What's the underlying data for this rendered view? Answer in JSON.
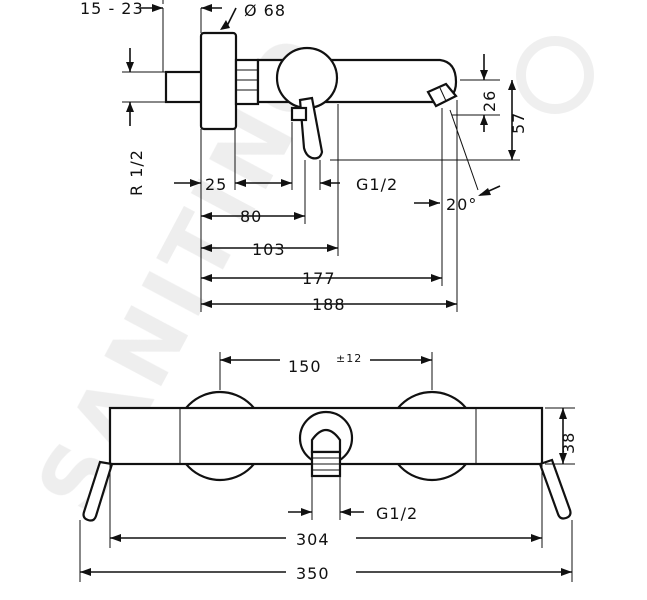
{
  "watermark": {
    "text": "SANITINO",
    "color": "#e6e6e6"
  },
  "side_view": {
    "dims": {
      "offset_range": "15 - 23",
      "diameter": "Ø 68",
      "height_26": "26",
      "height_57": "57",
      "thread_r": "R 1/2",
      "length_25": "25",
      "thread_g": "G1/2",
      "angle": "20°",
      "length_80": "80",
      "length_103": "103",
      "length_177": "177",
      "length_188": "188"
    }
  },
  "front_view": {
    "dims": {
      "centers": "150",
      "centers_tol": "±12",
      "height_38": "38",
      "thread_g": "G1/2",
      "width_304": "304",
      "width_350": "350"
    }
  }
}
